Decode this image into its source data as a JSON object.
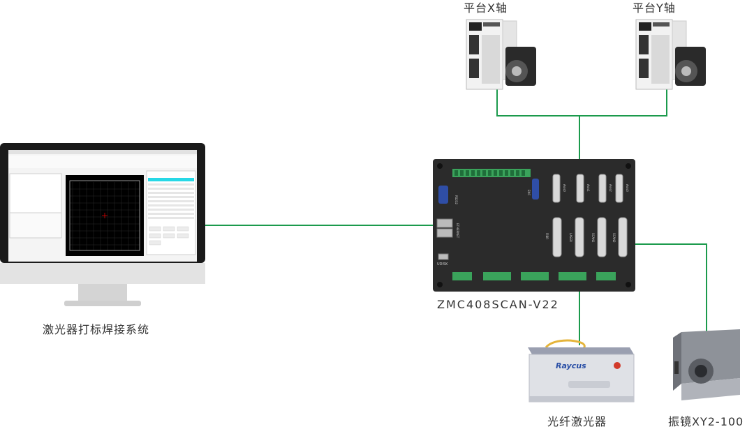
{
  "labels": {
    "axis_x": "平台X轴",
    "axis_y": "平台Y轴",
    "controller": "ZMC408SCAN-V22",
    "pc_system": "激光器打标焊接系统",
    "fiber_laser": "光纤激光器",
    "galvo": "振镜XY2-100"
  },
  "device_text": {
    "laser_brand": "Raycus",
    "udisk": "UDISK",
    "ethernet": "ETHERNET",
    "rs232": "RS232",
    "enc": "ENC",
    "fibr": "FIBR",
    "laser_port": "LASER",
    "scan1": "SCAN1",
    "scan2": "SCAN2",
    "axis_ports": [
      "Axis0",
      "Axis1",
      "Axis2",
      "Axis3"
    ]
  },
  "colors": {
    "wire": "#1b9a4c",
    "controller_body": "#2b2b2b",
    "terminal_green": "#3aa35b"
  }
}
